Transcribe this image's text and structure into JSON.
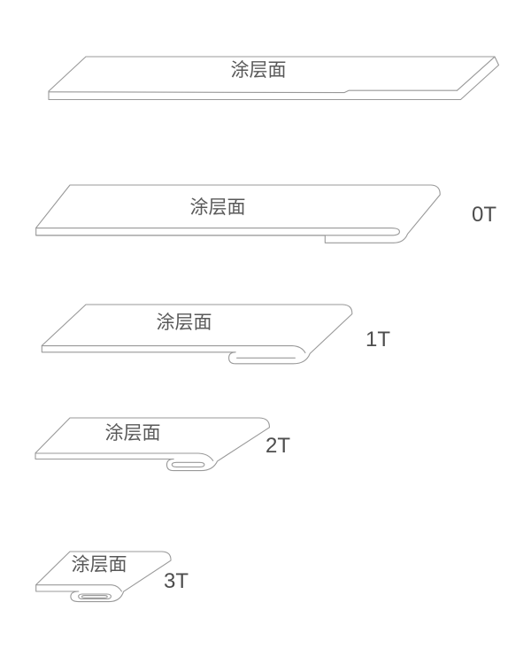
{
  "diagram": {
    "description": "T-bend coating flexibility test diagram",
    "coating_face_text": "涂层面",
    "figures": [
      {
        "name": "flat-sheet",
        "surface": "涂层面",
        "label": ""
      },
      {
        "name": "bend-0t",
        "surface": "涂层面",
        "label": "0T"
      },
      {
        "name": "bend-1t",
        "surface": "涂层面",
        "label": "1T"
      },
      {
        "name": "bend-2t",
        "surface": "涂层面",
        "label": "2T"
      },
      {
        "name": "bend-3t",
        "surface": "涂层面",
        "label": "3T"
      }
    ],
    "colors": {
      "background": "#ffffff",
      "line": "#999999",
      "surface_text": "#595959",
      "label_text": "#4d4d4d"
    }
  }
}
